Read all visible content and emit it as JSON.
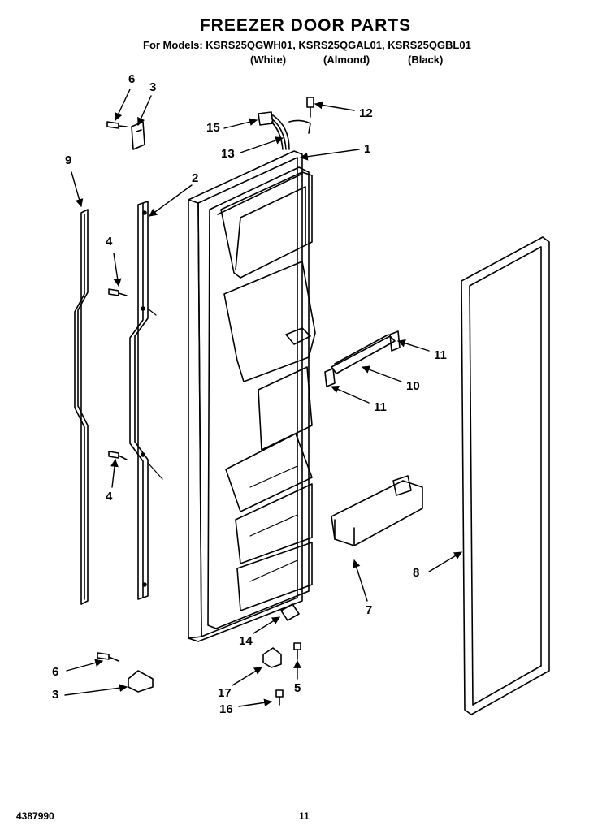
{
  "header": {
    "title": "FREEZER DOOR PARTS",
    "models_line": "For Models: KSRS25QGWH01, KSRS25QGAL01, KSRS25QGBL01",
    "variants": [
      "(White)",
      "(Almond)",
      "(Black)"
    ]
  },
  "callouts": [
    {
      "id": "c6a",
      "text": "6"
    },
    {
      "id": "c3a",
      "text": "3"
    },
    {
      "id": "c12",
      "text": "12"
    },
    {
      "id": "c15",
      "text": "15"
    },
    {
      "id": "c13",
      "text": "13"
    },
    {
      "id": "c1",
      "text": "1"
    },
    {
      "id": "c9",
      "text": "9"
    },
    {
      "id": "c2",
      "text": "2"
    },
    {
      "id": "c4a",
      "text": "4"
    },
    {
      "id": "c11a",
      "text": "11"
    },
    {
      "id": "c10",
      "text": "10"
    },
    {
      "id": "c11b",
      "text": "11"
    },
    {
      "id": "c4b",
      "text": "4"
    },
    {
      "id": "c8",
      "text": "8"
    },
    {
      "id": "c7",
      "text": "7"
    },
    {
      "id": "c14",
      "text": "14"
    },
    {
      "id": "c6b",
      "text": "6"
    },
    {
      "id": "c3b",
      "text": "3"
    },
    {
      "id": "c17",
      "text": "17"
    },
    {
      "id": "c5",
      "text": "5"
    },
    {
      "id": "c16",
      "text": "16"
    }
  ],
  "footer": {
    "doc_number": "4387990",
    "page_number": "11"
  }
}
